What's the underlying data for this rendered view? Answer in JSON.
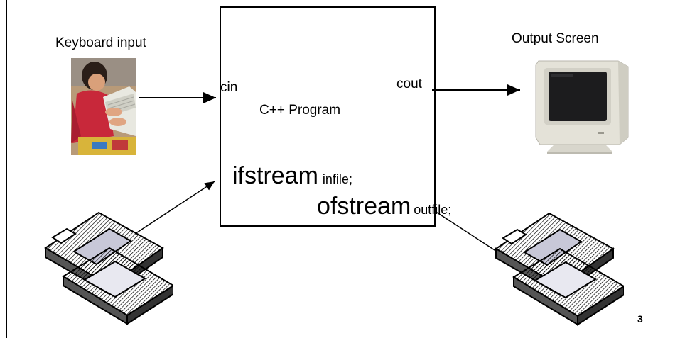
{
  "labels": {
    "keyboard_input": "Keyboard input",
    "output_screen": "Output Screen",
    "cin": "cin",
    "cout": "cout",
    "program": "C++ Program",
    "ifstream_type": "ifstream",
    "ifstream_var": "infile;",
    "ofstream_type": "ofstream",
    "ofstream_var": "outfile;"
  },
  "page_number": "3",
  "icons": {
    "keyboard_user": "child-typing-photo-icon",
    "monitor": "crt-monitor-icon",
    "input_disks": "floppy-disks-icon",
    "output_disks": "floppy-disks-icon"
  },
  "colors": {
    "line": "#000000",
    "disk_fill": "#c8c8d8",
    "monitor_body": "#e4e2d8"
  }
}
